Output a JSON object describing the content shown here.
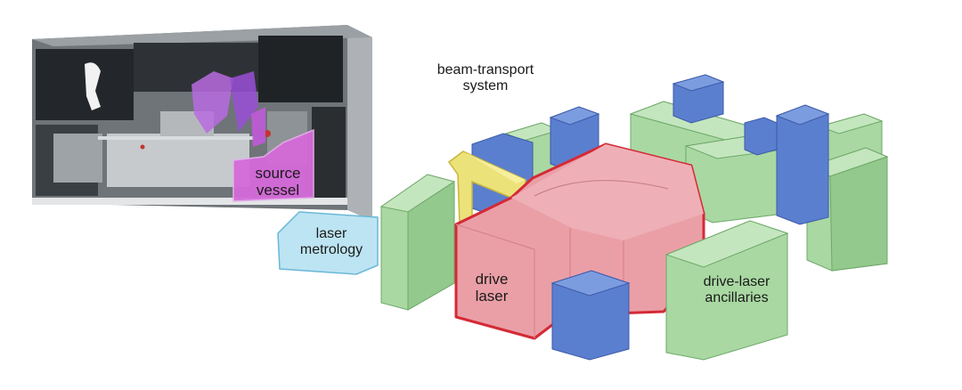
{
  "labels": {
    "source_vessel": [
      "source",
      "vessel"
    ],
    "laser_metrology": [
      "laser",
      "metrology"
    ],
    "beam_transport": [
      "beam-transport",
      "system"
    ],
    "drive_laser": [
      "drive",
      "laser"
    ],
    "drive_laser_ancillaries": [
      "drive-laser",
      "ancillaries"
    ]
  },
  "colors": {
    "background": "#ffffff",
    "machine_body": "#6f7478",
    "machine_dark": "#23272b",
    "source_vessel": "#d56ad9",
    "laser_metrology": "#bde4f2",
    "beam_transport": "#ece27a",
    "drive_laser": "#ea9fa7",
    "drive_laser_edge": "#d42a36",
    "ancillary_green": "#a9d8a2",
    "ancillary_blue": "#5b7fcf"
  },
  "icons": [
    "euv-machine-photo-icon",
    "pink-source-vessel-icon",
    "blue-laser-module-icon",
    "green-cabinet-icon",
    "beam-pipe-icon"
  ]
}
